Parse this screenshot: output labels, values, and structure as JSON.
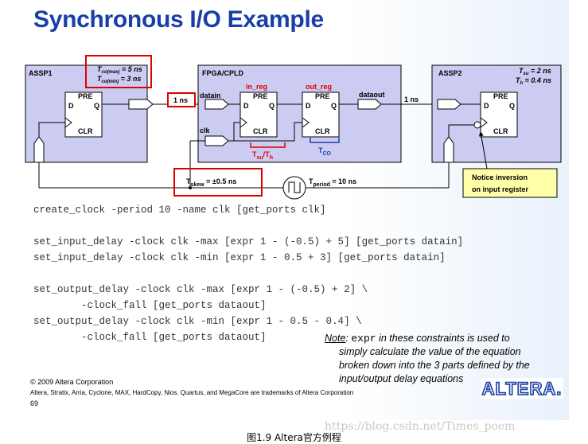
{
  "slide": {
    "title": "Synchronous I/O Example"
  },
  "diagram": {
    "assp1": {
      "label": "ASSP1",
      "tco_max": "T",
      "tco_max_sub": "co(max)",
      "tco_max_val": " = 5 ns",
      "tco_min": "T",
      "tco_min_sub": "co(min)",
      "tco_min_val": " = 3 ns"
    },
    "fpga": {
      "label": "FPGA/CPLD",
      "in_reg": "in_reg",
      "out_reg": "out_reg",
      "datain": "datain",
      "dataout": "dataout",
      "clk": "clk"
    },
    "assp2": {
      "label": "ASSP2",
      "tsu": "T",
      "tsu_sub": "su",
      "tsu_val": " = 2 ns",
      "th": "T",
      "th_sub": "h",
      "th_val": " = 0.4 ns"
    },
    "ff": {
      "pre": "PRE",
      "d": "D",
      "q": "Q",
      "clr": "CLR"
    },
    "delay_in": "1 ns",
    "delay_out": "1 ns",
    "tsu_th": {
      "t1": "T",
      "s1": "su",
      "slash": "/",
      "t2": "T",
      "s2": "h"
    },
    "tco": {
      "t": "T",
      "s": "CO"
    },
    "tskew": {
      "t": "T",
      "s": "skew",
      "v": " = ±0.5 ns"
    },
    "tperiod": {
      "t": "T",
      "s": "period",
      "v": " = 10 ns"
    },
    "notice": {
      "line1": "Notice inversion",
      "line2": "on input register"
    }
  },
  "code": [
    "create_clock -period 10 -name clk [get_ports clk]",
    "set_input_delay -clock clk -max [expr 1 - (-0.5) + 5] [get_ports datain]",
    "set_input_delay -clock clk -min [expr 1 - 0.5 + 3] [get_ports datain]",
    "set_output_delay -clock clk -max [expr 1 - (-0.5) + 2] \\",
    "        -clock_fall [get_ports dataout]",
    "set_output_delay -clock clk -min [expr 1 - 0.5 - 0.4] \\",
    "        -clock_fall [get_ports dataout]"
  ],
  "note": {
    "label": "Note",
    "colon": ": ",
    "code_word": "expr",
    "line1_rest": " in these constraints is used to",
    "line2": "simply calculate the value of the equation",
    "line3": "broken down into the 3 parts defined by the",
    "line4": "input/output delay equations"
  },
  "footer": {
    "copyright": "© 2009 Altera Corporation",
    "trademark": "Altera, Stratix, Arria, Cyclone, MAX, HardCopy, Nios, Quartus, and MegaCore are trademarks of Altera Corporation",
    "page": "69",
    "logo": "ALTERA."
  },
  "watermark": "https://blog.csdn.net/Times_poem",
  "caption": "图1.9  Altera官方例程",
  "colors": {
    "title": "#1a3ea8",
    "box_fill": "#ccccf2",
    "highlight": "#e00000",
    "tco_blue": "#1a3ea8",
    "notice_fill": "#ffffaa"
  }
}
